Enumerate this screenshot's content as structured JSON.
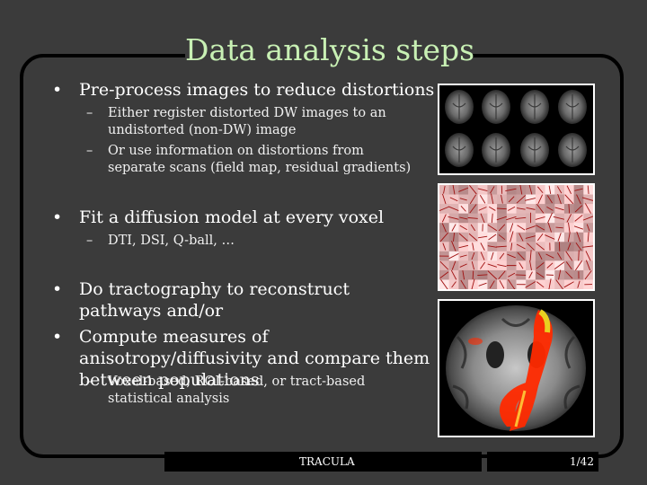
{
  "slide": {
    "title": "Data analysis steps",
    "bullets": [
      {
        "text": "Pre-process images to reduce distortions",
        "subs": [
          "Either register distorted DW images to an undistorted (non-DW) image",
          "Or use information on distortions from separate scans (field map, residual gradients)"
        ]
      },
      {
        "text": "Fit a diffusion model at every voxel",
        "subs": [
          "DTI, DSI, Q-ball, …"
        ]
      },
      {
        "text": "Do tractography to reconstruct pathways and/or",
        "subs": []
      },
      {
        "text": "Compute measures of anisotropy/diffusivity and compare them between populations",
        "subs": [
          "Voxel-based, ROI-based, or tract-based statistical analysis"
        ]
      }
    ],
    "bullet_glyph": "•",
    "dash_glyph": "–"
  },
  "footer": {
    "center_label": "TRACULA",
    "page": "1/42"
  },
  "colors": {
    "background": "#3b3b3b",
    "title": "#c8f0b4",
    "tract": "#ff2a00"
  }
}
